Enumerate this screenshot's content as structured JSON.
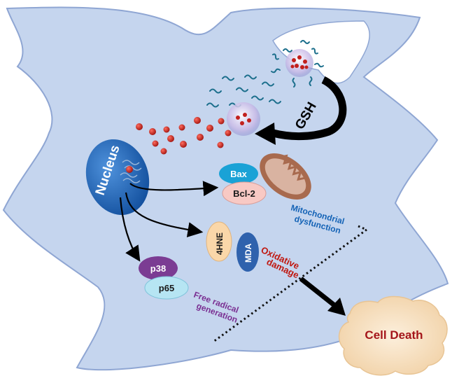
{
  "labels": {
    "nucleus": "Nucleus",
    "gsh": "GSH",
    "bax": "Bax",
    "bcl2": "Bcl-2",
    "mito_line1": "Mitochondrial",
    "mito_line2": "dysfunction",
    "hne": "4HNE",
    "mda": "MDA",
    "oxid_line1": "Oxidative",
    "oxid_line2": "damage",
    "p38": "p38",
    "p65": "p65",
    "free_line1": "Free radical",
    "free_line2": "generation",
    "cell_death": "Cell Death"
  },
  "colors": {
    "cell_fill": "#c5d5ee",
    "cell_stroke": "#8fa6d3",
    "nucleus": "#1f63b3",
    "bax": "#1aa2d6",
    "bcl2": "#f8c9c4",
    "hne": "#fad7a9",
    "mda": "#2f62ad",
    "p38": "#7b3c93",
    "p65": "#b6e5f3",
    "mito": "#a86a4e",
    "particle": "#c2201d",
    "mito_text": "#1463b6",
    "oxid_text": "#c0170f",
    "free_text": "#7a2f92",
    "cell_death_fill": "#f6dfbf",
    "cell_death_text": "#a4151a"
  }
}
